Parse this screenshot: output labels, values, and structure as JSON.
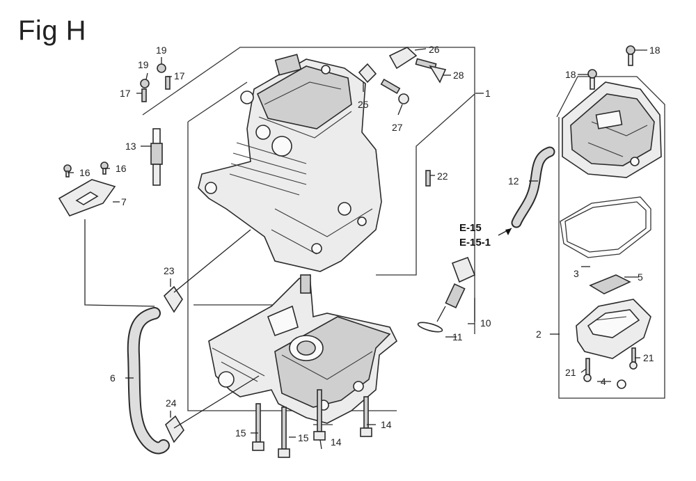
{
  "figure": {
    "title": "Fig H"
  },
  "callouts": {
    "c1": "1",
    "c2": "2",
    "c3": "3",
    "c4": "4",
    "c5": "5",
    "c6": "6",
    "c7": "7",
    "c10": "10",
    "c11": "11",
    "c12": "12",
    "c13": "13",
    "c14a": "14",
    "c14b": "14",
    "c15a": "15",
    "c15b": "15",
    "c16a": "16",
    "c16b": "16",
    "c17a": "17",
    "c17b": "17",
    "c18a": "18",
    "c18b": "18",
    "c19a": "19",
    "c19b": "19",
    "c21a": "21",
    "c21b": "21",
    "c22": "22",
    "c23": "23",
    "c24": "24",
    "c25": "25",
    "c26": "26",
    "c27": "27",
    "c28": "28"
  },
  "references": {
    "ref1": "E-15",
    "ref2": "E-15-1"
  }
}
